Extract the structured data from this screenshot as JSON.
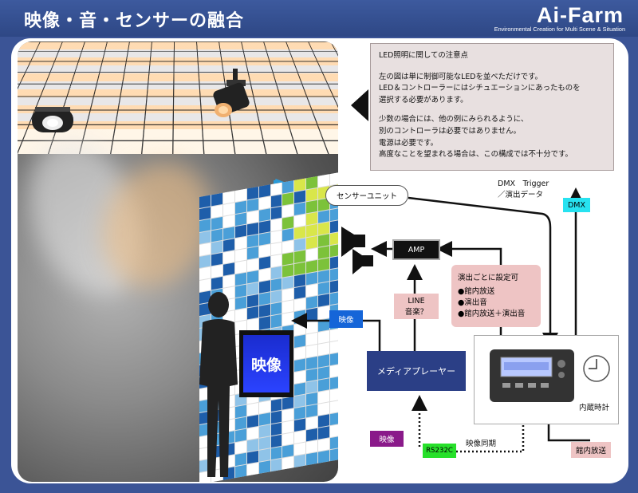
{
  "header": {
    "title": "映像・音・センサーの融合",
    "logo": "Ai-Farm",
    "logo_tagline": "Environmental Creation for Multi Scene & Situation"
  },
  "notes": {
    "heading": "LED照明に関しての注意点",
    "para1_line1": "左の図は単に制御可能なLEDを並べただけです。",
    "para1_line2": "LED＆コントローラーにはシチュエーションにあったものを",
    "para1_line3": "選択する必要があります。",
    "para2_line1": "少数の場合には、他の例にみられるように、",
    "para2_line2": "別のコントローラは必要ではありません。",
    "para2_line3": "電源は必要です。",
    "para2_line4": "高度なことを望まれる場合は、この構成では不十分です。"
  },
  "diagram": {
    "screen_text": "映像",
    "sensor_unit": "センサーユニット",
    "amp": "AMP",
    "eizo_tag": "映像",
    "line_audio_1": "LINE",
    "line_audio_2": "音楽？",
    "media_player": "メディアプレーヤー",
    "settings_title": "演出ごとに設定可",
    "settings_opt1": "●館内放送",
    "settings_opt2": "●演出音",
    "settings_opt3": "●館内放送＋演出音",
    "dmx_trigger_1": "DMX　Trigger",
    "dmx_trigger_2": "／演出データ",
    "dmx_tag": "DMX",
    "internal_clock": "内蔵時計",
    "video_tag_bottom": "映像",
    "rs232c": "RS232C",
    "video_sync": "映像同期",
    "pa_broadcast": "館内放送"
  },
  "colors": {
    "frame_blue": "#3b5496",
    "media_player_bg": "#2b3f86",
    "pink_box": "#eec4c4",
    "blue_tag": "#1565d8",
    "cyan_tag": "#27e2f0",
    "purple_tag": "#8a1a8a",
    "green_tag": "#27e02a"
  }
}
